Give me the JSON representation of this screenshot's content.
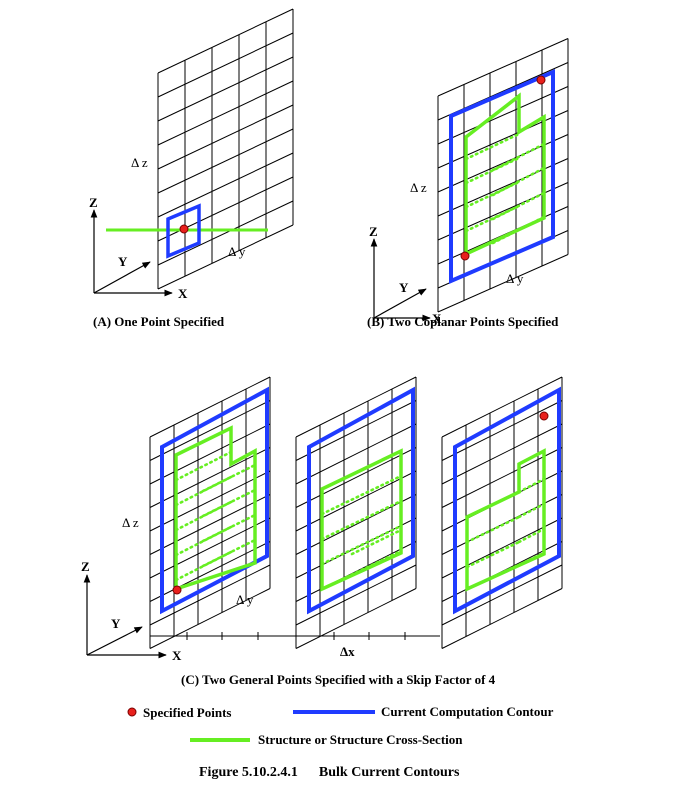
{
  "colors": {
    "grid": "#000000",
    "contour": "#1f3bff",
    "structure": "#66ee22",
    "point": "#e8201c",
    "point_outline": "#7a0000"
  },
  "panel_a": {
    "caption": "(A)  One Point Specified",
    "z_axis": "Z",
    "y_axis": "Y",
    "x_axis": "X",
    "delta_z": "Δ z",
    "delta_y": "Δ y"
  },
  "panel_b": {
    "caption": "(B)  Two Coplanar Points Specified",
    "z_axis": "Z",
    "y_axis": "Y",
    "x_axis": "X",
    "delta_z": "Δ z",
    "delta_y": "Δ y"
  },
  "panel_c": {
    "caption": "(C)  Two General Points Specified with a Skip Factor of 4",
    "z_axis": "Z",
    "y_axis": "Y",
    "x_axis": "X",
    "delta_z": "Δ z",
    "delta_y": "Δ y",
    "delta_x": "Δx"
  },
  "legend": {
    "points": "Specified Points",
    "contour": "Current Computation Contour",
    "structure": "Structure or Structure Cross-Section"
  },
  "figure_title": "Figure 5.10.2.4.1      Bulk Current Contours"
}
